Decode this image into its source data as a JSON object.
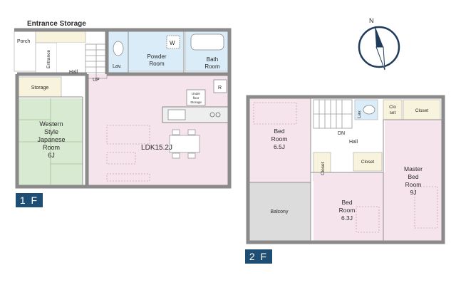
{
  "floor1": {
    "badge": "1 F",
    "rooms": {
      "entrance_storage": "Entrance Storage",
      "porch": "Porch",
      "entrance": "Entrance",
      "hall": "Hall",
      "up": "UP",
      "lav": "Lav.",
      "powder_w": "W",
      "powder_l1": "Powder",
      "powder_l2": "Room",
      "bath_l1": "Bath",
      "bath_l2": "Room",
      "storage": "Storage",
      "underfloor_l1": "Under",
      "underfloor_l2": "floor",
      "underfloor_l3": "Storage",
      "fridge": "R",
      "ldk": "LDK15.2J",
      "western_l1": "Western",
      "western_l2": "Style",
      "western_l3": "Japanese",
      "western_l4": "Room",
      "western_l5": "6J"
    }
  },
  "floor2": {
    "badge": "2 F",
    "rooms": {
      "lav": "Lav.",
      "closet_a_l1": "Clo",
      "closet_a_l2": "set",
      "closet_b": "Closet",
      "bed1_l1": "Bed",
      "bed1_l2": "Room",
      "bed1_l3": "6.5J",
      "dn": "DN",
      "hall": "Hall",
      "closet_c": "Closet",
      "closet_d": "Closet",
      "master_l1": "Master",
      "master_l2": "Bed",
      "master_l3": "Room",
      "master_l4": "9J",
      "balcony": "Balcony",
      "bed2_l1": "Bed",
      "bed2_l2": "Room",
      "bed2_l3": "6.3J"
    }
  },
  "compass": {
    "label": "N"
  },
  "colors": {
    "wall": "#8a8a8a",
    "pink": "#f6e4ec",
    "blue": "#d9ecf8",
    "green": "#d9ead3",
    "cream": "#f7f3dc",
    "balcony": "#dcdcdc",
    "badge": "#1f4e74",
    "compass": "#1f3b5c"
  }
}
